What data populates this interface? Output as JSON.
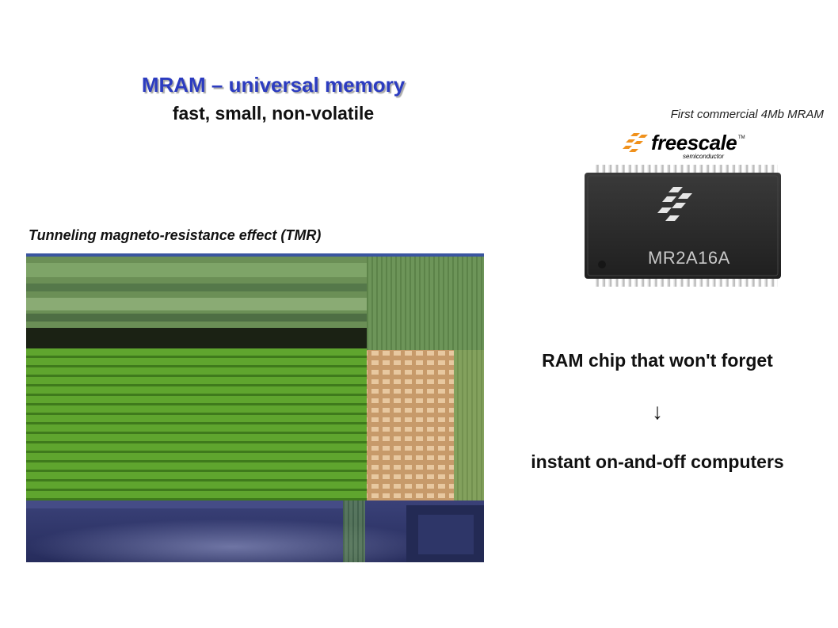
{
  "slide": {
    "title": "MRAM – universal memory",
    "subtitle": "fast, small, non-volatile",
    "tmr_caption": "Tunneling magneto-resistance effect  (TMR)",
    "chip_caption": "First commercial 4Mb MRAM",
    "logo": {
      "name": "freescale",
      "trademark": "TM",
      "subtitle": "semiconductor"
    },
    "chip_label": "MR2A16A",
    "fact_top": "RAM chip that won't forget",
    "arrow": "↓",
    "fact_bottom": "instant on-and-off computers"
  },
  "colors": {
    "title": "#2c3cc0",
    "micro_green": "#5a9c2c",
    "micro_blue": "#2c3368",
    "chip_body": "#2a2a2a",
    "logo_orange": "#f0911c"
  },
  "icons": [
    "freescale-logo-mark-icon",
    "chip-logo-mark-icon"
  ]
}
